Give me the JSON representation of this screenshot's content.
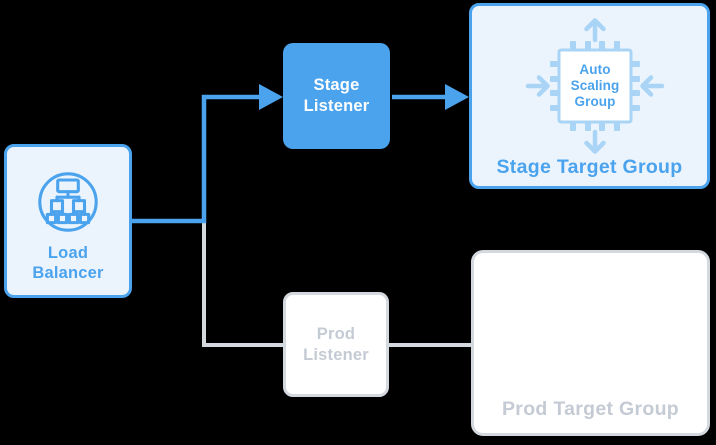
{
  "colors": {
    "blue": "#4ba3ee",
    "light_blue_fill": "#ebf4fd",
    "icon_light_blue": "#a9d4f5",
    "gray_border": "#d4d9df",
    "gray_text": "#c5cbd4",
    "white_text": "#ffffff",
    "background": "#000000"
  },
  "nodes": {
    "load_balancer": {
      "label": "Load Balancer",
      "icon": "load-balancer-network-icon"
    },
    "stage_listener": {
      "label": "Stage Listener"
    },
    "prod_listener": {
      "label": "Prod Listener"
    },
    "stage_target_group": {
      "label": "Stage Target Group",
      "chip_label": "Auto Scaling Group",
      "icon": "auto-scaling-chip-icon"
    },
    "prod_target_group": {
      "label": "Prod Target Group"
    }
  },
  "connections": [
    {
      "from": "load_balancer",
      "to": "stage_listener",
      "style": "blue-arrow"
    },
    {
      "from": "stage_listener",
      "to": "stage_target_group",
      "style": "blue-arrow"
    },
    {
      "from": "load_balancer",
      "to": "prod_listener",
      "style": "gray-line"
    },
    {
      "from": "prod_listener",
      "to": "prod_target_group",
      "style": "gray-line"
    }
  ]
}
